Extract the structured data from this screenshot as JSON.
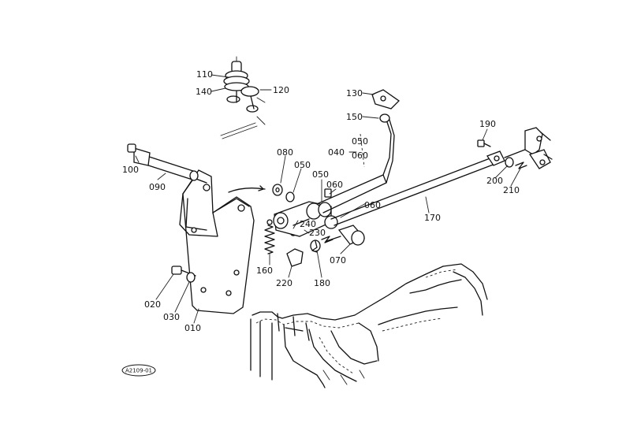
{
  "labels": {
    "p110": "110",
    "p120": "120",
    "p140": "140",
    "p130": "130",
    "p150": "150",
    "p050a": "050",
    "p060a": "060",
    "p040": "040",
    "p190": "190",
    "p200": "200",
    "p210": "210",
    "p100": "100",
    "p090": "090",
    "p080": "080",
    "p050b": "050",
    "p050c": "050",
    "p060b": "060",
    "p060c": "060",
    "p170": "170",
    "p240": "240",
    "p230": "230",
    "p160": "160",
    "p070": "070",
    "p220": "220",
    "p180": "180",
    "p020": "020",
    "p030": "030",
    "p010": "010"
  },
  "reference_code": "A2109-01"
}
